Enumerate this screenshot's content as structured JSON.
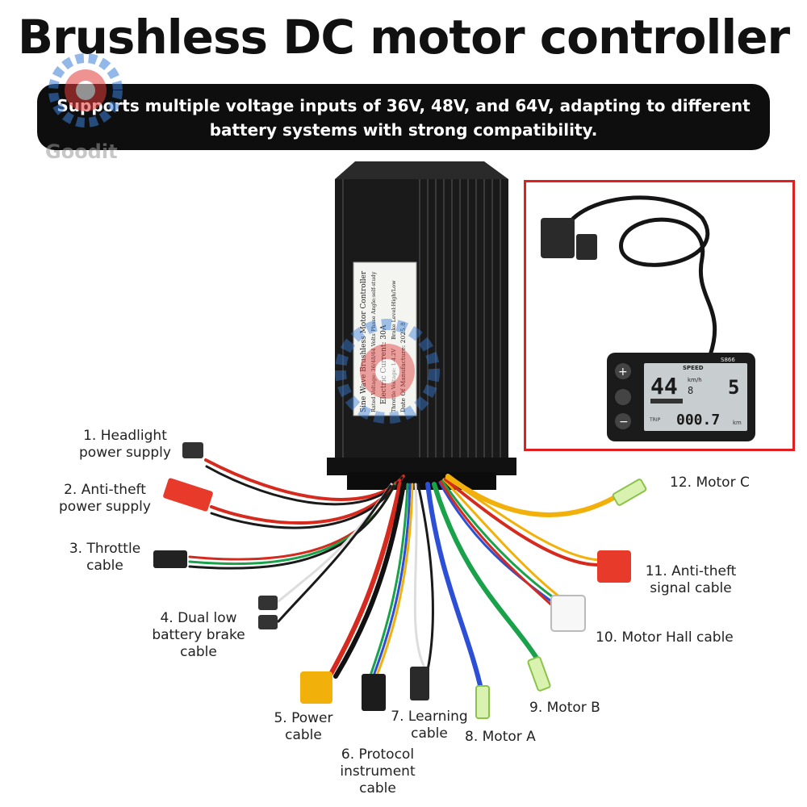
{
  "title": "Brushless DC motor controller",
  "banner": {
    "line1": "Supports multiple voltage inputs of 36V, 48V, and 64V, adapting to different",
    "line2": "battery systems with strong compatibility."
  },
  "watermark": "Goodit",
  "controller_label": {
    "line1": "Sine Wave Brushless Motor Controller",
    "line2": "Rated Voltage: 36/48/64 Volts",
    "line3": "Phase Angle:self-study",
    "line4": "Electric Current: 30A",
    "line5": "Throttle Voltage: 1-4.2V",
    "line6": "Brake Level:High/Low",
    "line7": "Date Of Manufacture: 2025.8"
  },
  "display": {
    "model": "S866",
    "speed_label": "SPEED",
    "speed_value": "44",
    "speed_unit": "km/h",
    "sub_value": "8",
    "assist_level": "5",
    "trip_label": "TRIP",
    "trip_value": "000.7",
    "trip_unit": "km"
  },
  "cables": [
    {
      "line1": "1. Headlight",
      "line2": "power supply"
    },
    {
      "line1": "2. Anti-theft",
      "line2": "power supply"
    },
    {
      "line1": "3. Throttle",
      "line2": "cable"
    },
    {
      "line1": "4. Dual low",
      "line2": "battery brake",
      "line3": "cable"
    },
    {
      "line1": "5. Power",
      "line2": "cable"
    },
    {
      "line1": "6. Protocol",
      "line2": "instrument",
      "line3": "cable"
    },
    {
      "line1": "7. Learning",
      "line2": "cable"
    },
    {
      "line1": "8. Motor A"
    },
    {
      "line1": "9. Motor B"
    },
    {
      "line1": "10. Motor Hall cable"
    },
    {
      "line1": "11. Anti-theft",
      "line2": "signal cable"
    },
    {
      "line1": "12. Motor C"
    }
  ],
  "colors": {
    "housing": "#1a1a1a",
    "frame": "#e02020",
    "red_wire": "#d62a1e",
    "yellow_wire": "#f2b10a",
    "blue_wire": "#2d4fd6",
    "green_wire": "#19a24a",
    "connector_red": "#e83a2a"
  }
}
